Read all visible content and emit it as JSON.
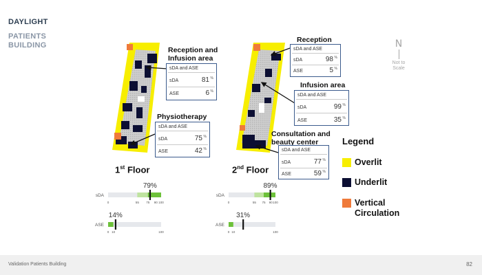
{
  "header": {
    "line1": "DAYLIGHT",
    "line2": "PATIENTS",
    "line3": "BUILDING"
  },
  "colors": {
    "overlit": "#f7ee00",
    "underlit": "#0c0f33",
    "vertical_circulation": "#ef7a3a",
    "box_border": "#3a5a8c",
    "gauge_green": "#6dc13a",
    "gauge_light_green": "#bfe3a0"
  },
  "floor1": {
    "label_prefix": "1",
    "label_sup": "st",
    "label_suffix": "Floor",
    "callouts": [
      {
        "title_line1": "Reception and",
        "title_line2": "Infusion area",
        "header": "sDA and ASE",
        "sda_label": "sDA",
        "sda_value": "81",
        "ase_label": "ASE",
        "ase_value": "6",
        "unit": "%"
      },
      {
        "title_line1": "Physiotherapy",
        "title_line2": "",
        "header": "sDA and ASE",
        "sda_label": "sDA",
        "sda_value": "75",
        "ase_label": "ASE",
        "ase_value": "42",
        "unit": "%"
      }
    ],
    "sda_gauge": {
      "label": "sDA",
      "value_text": "79%",
      "value": 79,
      "ticks": [
        "0",
        "55",
        "75",
        "90",
        "100"
      ]
    },
    "ase_gauge": {
      "label": "ASE",
      "value_text": "14%",
      "value": 14,
      "ticks": [
        "0",
        "10",
        "100"
      ]
    }
  },
  "floor2": {
    "label_prefix": "2",
    "label_sup": "nd",
    "label_suffix": "Floor",
    "callouts": [
      {
        "title_line1": "Reception",
        "title_line2": "",
        "header": "sDA and ASE",
        "sda_label": "sDA",
        "sda_value": "98",
        "ase_label": "ASE",
        "ase_value": "5",
        "unit": "%"
      },
      {
        "title_line1": "Infusion area",
        "title_line2": "",
        "header": "sDA and ASE",
        "sda_label": "sDA",
        "sda_value": "99",
        "ase_label": "ASE",
        "ase_value": "35",
        "unit": "%"
      },
      {
        "title_line1": "Consultation and",
        "title_line2": "beauty center",
        "header": "sDA and ASE",
        "sda_label": "sDA",
        "sda_value": "77",
        "ase_label": "ASE",
        "ase_value": "59",
        "unit": "%"
      }
    ],
    "sda_gauge": {
      "label": "sDA",
      "value_text": "89%",
      "value": 89,
      "ticks": [
        "0",
        "55",
        "75",
        "90",
        "100"
      ]
    },
    "ase_gauge": {
      "label": "ASE",
      "value_text": "31%",
      "value": 31,
      "ticks": [
        "0",
        "10",
        "100"
      ]
    }
  },
  "north": {
    "letter": "N",
    "line1": "Not to",
    "line2": "Scale"
  },
  "legend": {
    "title": "Legend",
    "items": [
      {
        "label_line1": "Overlit",
        "label_line2": ""
      },
      {
        "label_line1": "Underlit",
        "label_line2": ""
      },
      {
        "label_line1": "Vertical",
        "label_line2": "Circulation"
      }
    ]
  },
  "footer": {
    "left": "Validation Patients Building",
    "page": "82"
  }
}
